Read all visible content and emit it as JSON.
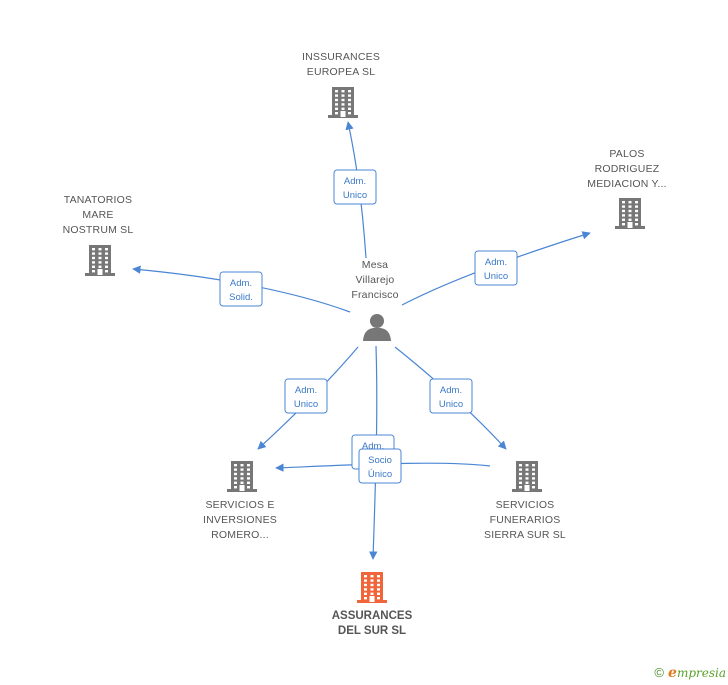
{
  "colors": {
    "building": "#777777",
    "building_main": "#f0663a",
    "person": "#777777",
    "edge": "#4a86d4",
    "edge_text": "#3a78c9",
    "label": "#555555"
  },
  "center": {
    "name_lines": [
      "Mesa",
      "Villarejo",
      "Francisco"
    ],
    "icon": "person-icon"
  },
  "companies": [
    {
      "id": "insurances",
      "lines": [
        "INSSURANCES",
        "EUROPEA SL"
      ],
      "icon": "building-icon",
      "main": false
    },
    {
      "id": "palos",
      "lines": [
        "PALOS",
        "RODRIGUEZ",
        "MEDIACION Y..."
      ],
      "icon": "building-icon",
      "main": false
    },
    {
      "id": "tanatorios",
      "lines": [
        "TANATORIOS",
        "MARE",
        "NOSTRUM SL"
      ],
      "icon": "building-icon",
      "main": false
    },
    {
      "id": "servicios-e",
      "lines": [
        "SERVICIOS E",
        "INVERSIONES",
        "ROMERO..."
      ],
      "icon": "building-icon",
      "main": false
    },
    {
      "id": "servicios-f",
      "lines": [
        "SERVICIOS",
        "FUNERARIOS",
        "SIERRA SUR SL"
      ],
      "icon": "building-icon",
      "main": false
    },
    {
      "id": "assurances",
      "lines": [
        "ASSURANCES",
        "DEL SUR SL"
      ],
      "icon": "building-icon",
      "main": true
    }
  ],
  "relations": [
    {
      "to": "insurances",
      "label": [
        "Adm.",
        "Unico"
      ]
    },
    {
      "to": "palos",
      "label": [
        "Adm.",
        "Unico"
      ]
    },
    {
      "to": "tanatorios",
      "label": [
        "Adm.",
        "Solid."
      ]
    },
    {
      "to": "servicios-e",
      "label": [
        "Adm.",
        "Unico"
      ]
    },
    {
      "to": "servicios-f",
      "label": [
        "Adm.",
        "Unico"
      ]
    },
    {
      "to": "assurances",
      "label": [
        "Adm.",
        "Unico"
      ]
    },
    {
      "to": "servicios-e",
      "from": "servicios-f",
      "label": [
        "Socio",
        "Único"
      ]
    }
  ],
  "footer": {
    "copyright": "©",
    "brand_first": "e",
    "brand_rest": "mpresia"
  }
}
